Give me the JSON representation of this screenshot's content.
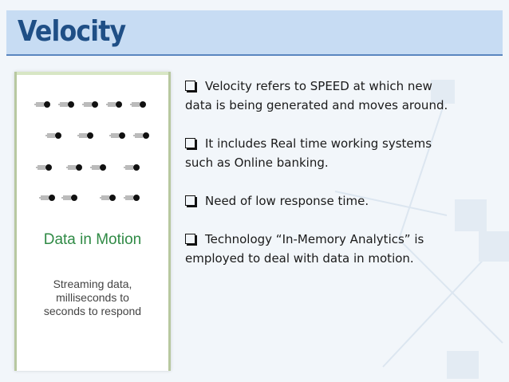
{
  "slide": {
    "title": "Velocity",
    "figure": {
      "label": "Data in Motion",
      "description_lines": [
        "Streaming data,",
        "milliseconds to",
        "seconds to respond"
      ]
    },
    "bullets": [
      {
        "lines": [
          "Velocity refers to SPEED at which new",
          "data is being generated and moves around."
        ]
      },
      {
        "lines": [
          "It includes Real time working systems",
          "such as Online banking."
        ]
      },
      {
        "lines": [
          "Need of low response time."
        ]
      },
      {
        "lines": [
          "Technology “In-Memory Analytics” is",
          "employed to deal with data in motion."
        ]
      }
    ],
    "bullet_icon": "checkbox-icon",
    "colors": {
      "title": "#1f4f86",
      "title_bar": "#c7dcf3",
      "motion_label": "#2f8a45"
    }
  }
}
